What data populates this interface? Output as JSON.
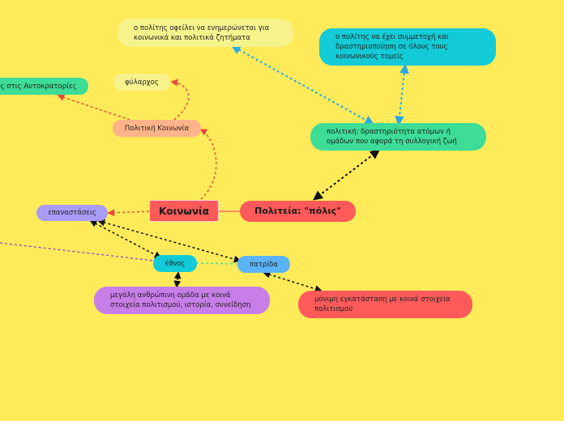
{
  "nodes": {
    "koinonia": "Κοινωνία",
    "politeia": "Πολιτεία: \"πόλις\"",
    "politiki_koinonia": "Πολιτική Κοινωνία",
    "fylarchos": "φύλαρχος",
    "autokratories": "ές στις Αυτοκρατορίες",
    "enimerwnetai": "ο πολίτης οφείλει να ενημερώνεται για κοινωνικά και πολιτικά ζητήματα",
    "symmetoxi": "ο πολίτης να έχει συμμετοχή και δραστηριοποίηση σε όλους τους κοινωνικούς τομείς",
    "politiki_def": "πολιτική: δραστηριότητα ατόμων ή ομάδων που αφορά τη συλλογική ζωή",
    "epanastaseis": "επαναστάσεις",
    "ethnos": "έθνος",
    "patrida": "πατρίδα",
    "ethnos_def": "μεγάλη ανθρώπινη ομάδα με κοινά στοιχεία πολιτισμού, ιστορία, συνείδηση",
    "patrida_def": "μόνιμη εγκατάσταση με κοινά στοιχεία πολιτισμού"
  },
  "colors": {
    "background": "#ffeb5a",
    "red": "#ff5a5a",
    "salmon": "#ffb38a",
    "green": "#3ddc97",
    "pale_yellow": "#f6f38d",
    "cyan": "#12cbd6",
    "violet": "#a89cf7",
    "blue": "#5ab4f7",
    "purple": "#c77ee8",
    "link_red": "#e84a3a",
    "link_blue": "#2aa8e8",
    "link_black": "#111111",
    "link_purple": "#9b2ed6",
    "link_green": "#3ddc97"
  }
}
